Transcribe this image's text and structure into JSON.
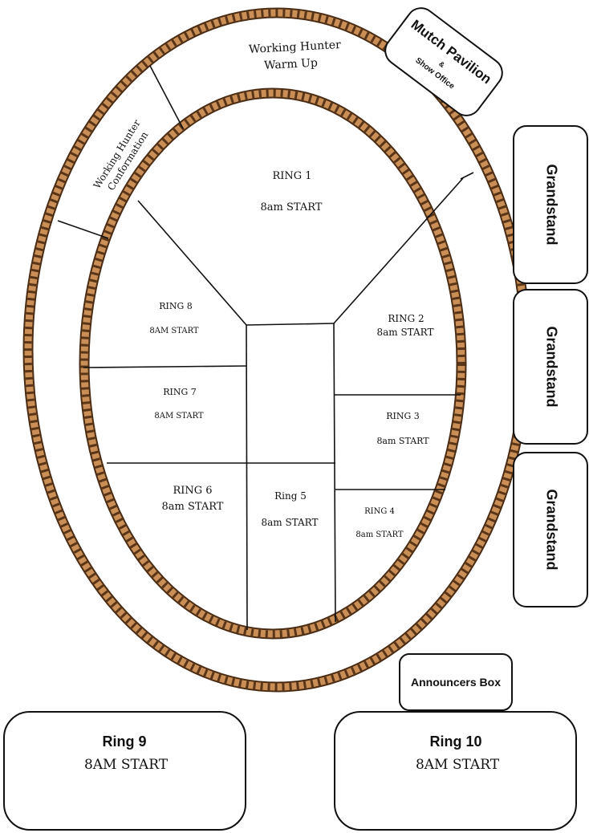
{
  "colors": {
    "rope": "#8a5a33",
    "rope_light": "#d9a46c",
    "rope_dark": "#4a2c14",
    "line": "#111111",
    "background": "#ffffff"
  },
  "buildings": {
    "mutch_pavilion": {
      "title": "Mutch Pavilion",
      "ampersand": "&",
      "subtitle": "Show Office"
    },
    "grandstands": [
      "Grandstand",
      "Grandstand",
      "Grandstand"
    ],
    "announcers_box": "Announcers Box"
  },
  "outer_areas": {
    "warm_up": {
      "line1": "Working Hunter",
      "line2": "Warm Up"
    },
    "conformation": {
      "line1": "Working Hunter",
      "line2": "Conformation"
    }
  },
  "rings": {
    "ring1": {
      "name": "RING 1",
      "start": "8am START"
    },
    "ring2": {
      "name": "RING 2",
      "start": "8am START"
    },
    "ring3": {
      "name": "RING 3",
      "start": "8am START"
    },
    "ring4": {
      "name": "RING 4",
      "start": "8am START"
    },
    "ring5": {
      "name": "Ring 5",
      "start": "8am START"
    },
    "ring6": {
      "name": "RING 6",
      "start": "8am START"
    },
    "ring7": {
      "name": "RING 7",
      "start": "8AM START"
    },
    "ring8": {
      "name": "RING 8",
      "start": "8AM START"
    },
    "ring9": {
      "name": "Ring 9",
      "start": "8AM START"
    },
    "ring10": {
      "name": "Ring 10",
      "start": "8AM START"
    }
  }
}
